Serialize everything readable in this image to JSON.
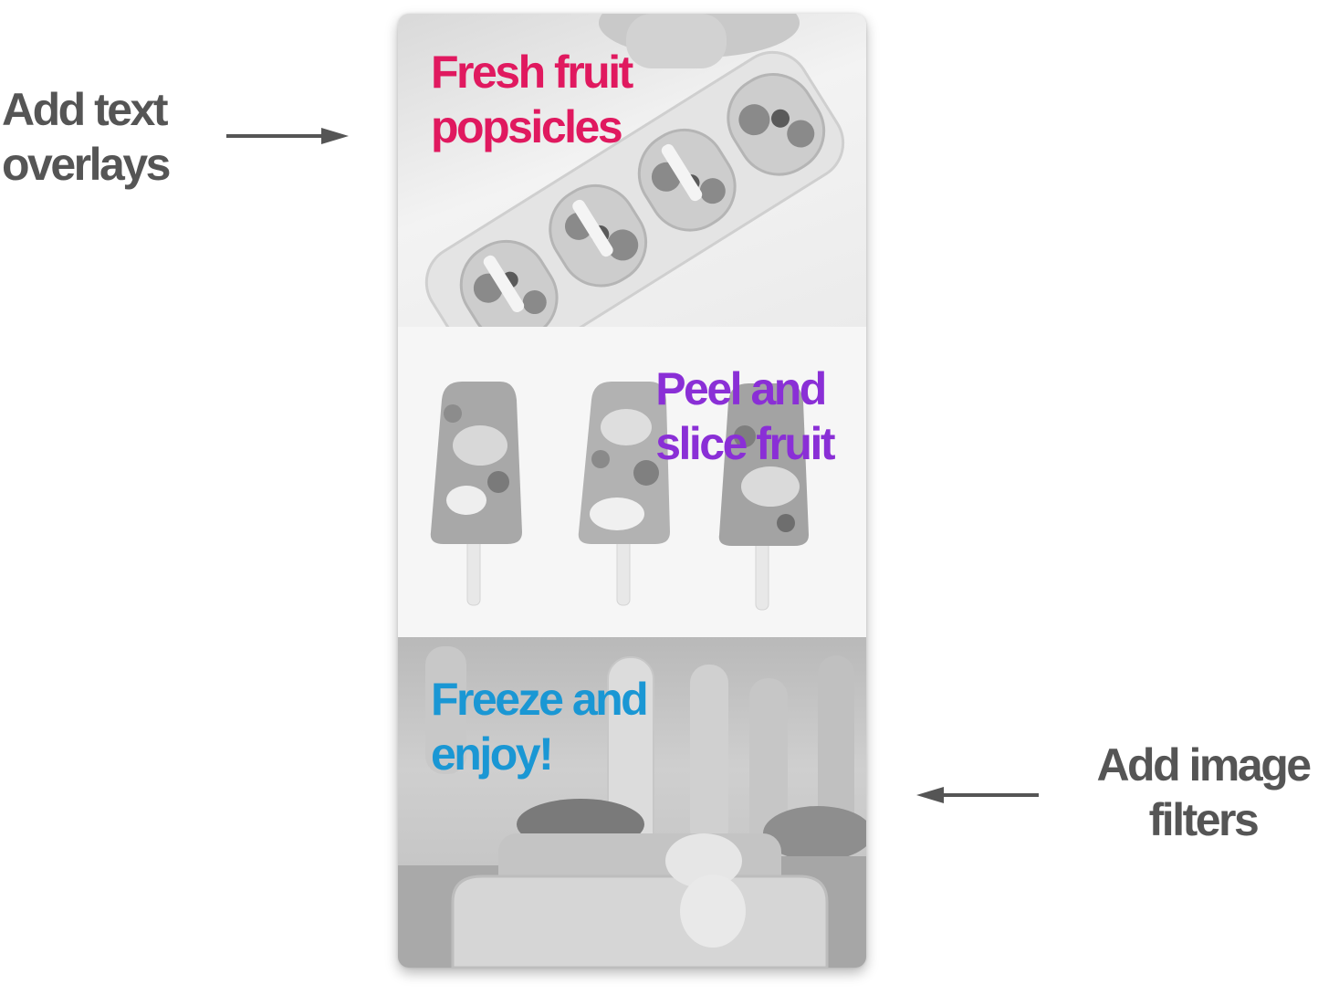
{
  "callouts": {
    "left": {
      "label": "Add text\noverlays"
    },
    "right": {
      "label": "Add image\nfilters"
    }
  },
  "panels": [
    {
      "overlay_text": "Fresh fruit\npopsicles",
      "overlay_color": "#e0195f"
    },
    {
      "overlay_text": "Peel and\nslice fruit",
      "overlay_color": "#8a2fd6"
    },
    {
      "overlay_text": "Freeze and\nenjoy!",
      "overlay_color": "#1a97d4"
    }
  ],
  "colors": {
    "callout_text": "#555555",
    "arrow": "#555555"
  }
}
